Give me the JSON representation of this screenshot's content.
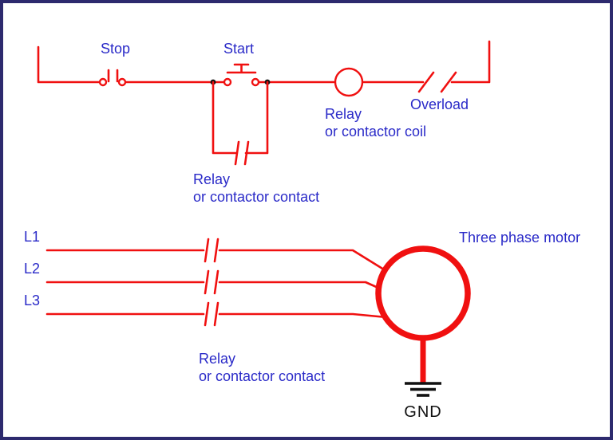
{
  "diagram": {
    "title": "motor-control-circuit-diagram",
    "colors": {
      "wire": "#f01010",
      "label": "#2a2ac8",
      "border": "#2d2a6e",
      "gnd": "#111111",
      "bg": "#ffffff"
    },
    "control_circuit": {
      "stop_label": "Stop",
      "start_label": "Start",
      "coil_label": {
        "line1": "Relay",
        "line2": "or contactor coil"
      },
      "overload_label": "Overload",
      "seal_contact_label": {
        "line1": "Relay",
        "line2": "or contactor contact"
      }
    },
    "power_circuit": {
      "phases": [
        "L1",
        "L2",
        "L3"
      ],
      "motor_label": "Three phase motor",
      "contact_label": {
        "line1": "Relay",
        "line2": "or contactor contact"
      },
      "ground_label": "GND"
    }
  }
}
